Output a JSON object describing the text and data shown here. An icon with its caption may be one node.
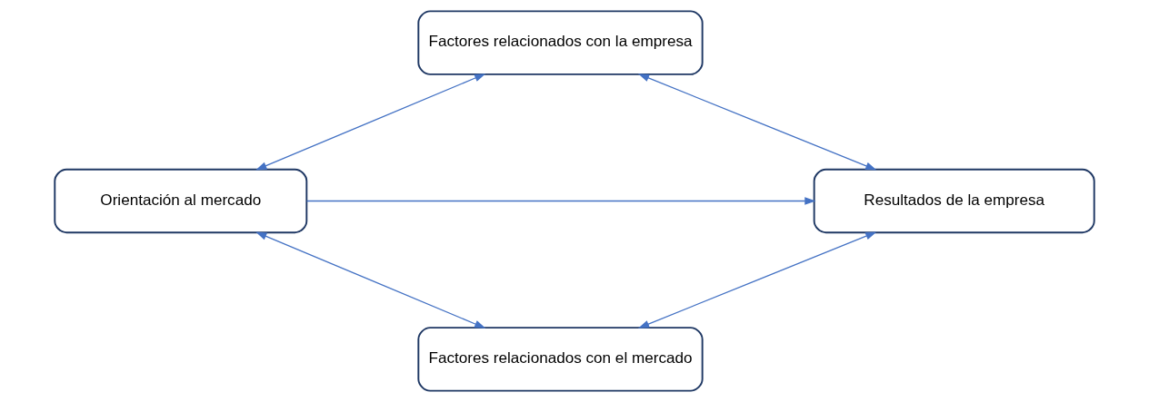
{
  "diagram": {
    "nodes": [
      {
        "text": [
          "Factores relacionados con la empresa"
        ]
      },
      {
        "text": [
          "Orientación al mercado"
        ]
      },
      {
        "text": [
          "Resultados de la empresa"
        ]
      },
      {
        "text": [
          "Factores relacionados con el mercado"
        ]
      }
    ],
    "edges": [
      {
        "from": 1,
        "to": 0,
        "arrow": "both"
      },
      {
        "from": 0,
        "to": 2,
        "arrow": "both"
      },
      {
        "from": 1,
        "to": 2,
        "arrow": "to"
      },
      {
        "from": 1,
        "to": 3,
        "arrow": "both"
      },
      {
        "from": 3,
        "to": 2,
        "arrow": "both"
      }
    ]
  }
}
